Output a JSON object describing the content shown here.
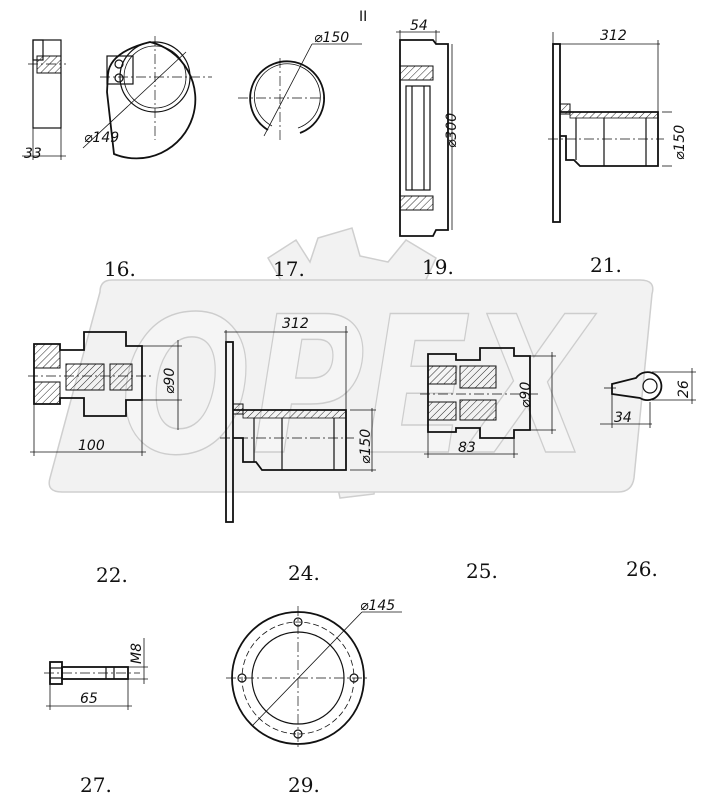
{
  "sheet_marker": "II",
  "watermark": {
    "text": "OPEX"
  },
  "parts": {
    "p16": {
      "number": "16.",
      "dims": {
        "width": "33",
        "diameter": "⌀149"
      }
    },
    "p17": {
      "number": "17.",
      "dims": {
        "diameter": "⌀150"
      }
    },
    "p19": {
      "number": "19.",
      "dims": {
        "width": "54",
        "diameter": "⌀300"
      }
    },
    "p21": {
      "number": "21.",
      "dims": {
        "length": "312",
        "diameter": "⌀150"
      }
    },
    "p22": {
      "number": "22.",
      "dims": {
        "length": "100",
        "diameter": "⌀90"
      }
    },
    "p24": {
      "number": "24.",
      "dims": {
        "length": "312",
        "diameter": "⌀150"
      }
    },
    "p25": {
      "number": "25.",
      "dims": {
        "length": "83",
        "diameter": "⌀90"
      }
    },
    "p26": {
      "number": "26.",
      "dims": {
        "length": "34",
        "height": "26"
      }
    },
    "p27": {
      "number": "27.",
      "dims": {
        "length": "65",
        "thread": "M8"
      }
    },
    "p29": {
      "number": "29.",
      "dims": {
        "diameter": "⌀145"
      }
    }
  }
}
